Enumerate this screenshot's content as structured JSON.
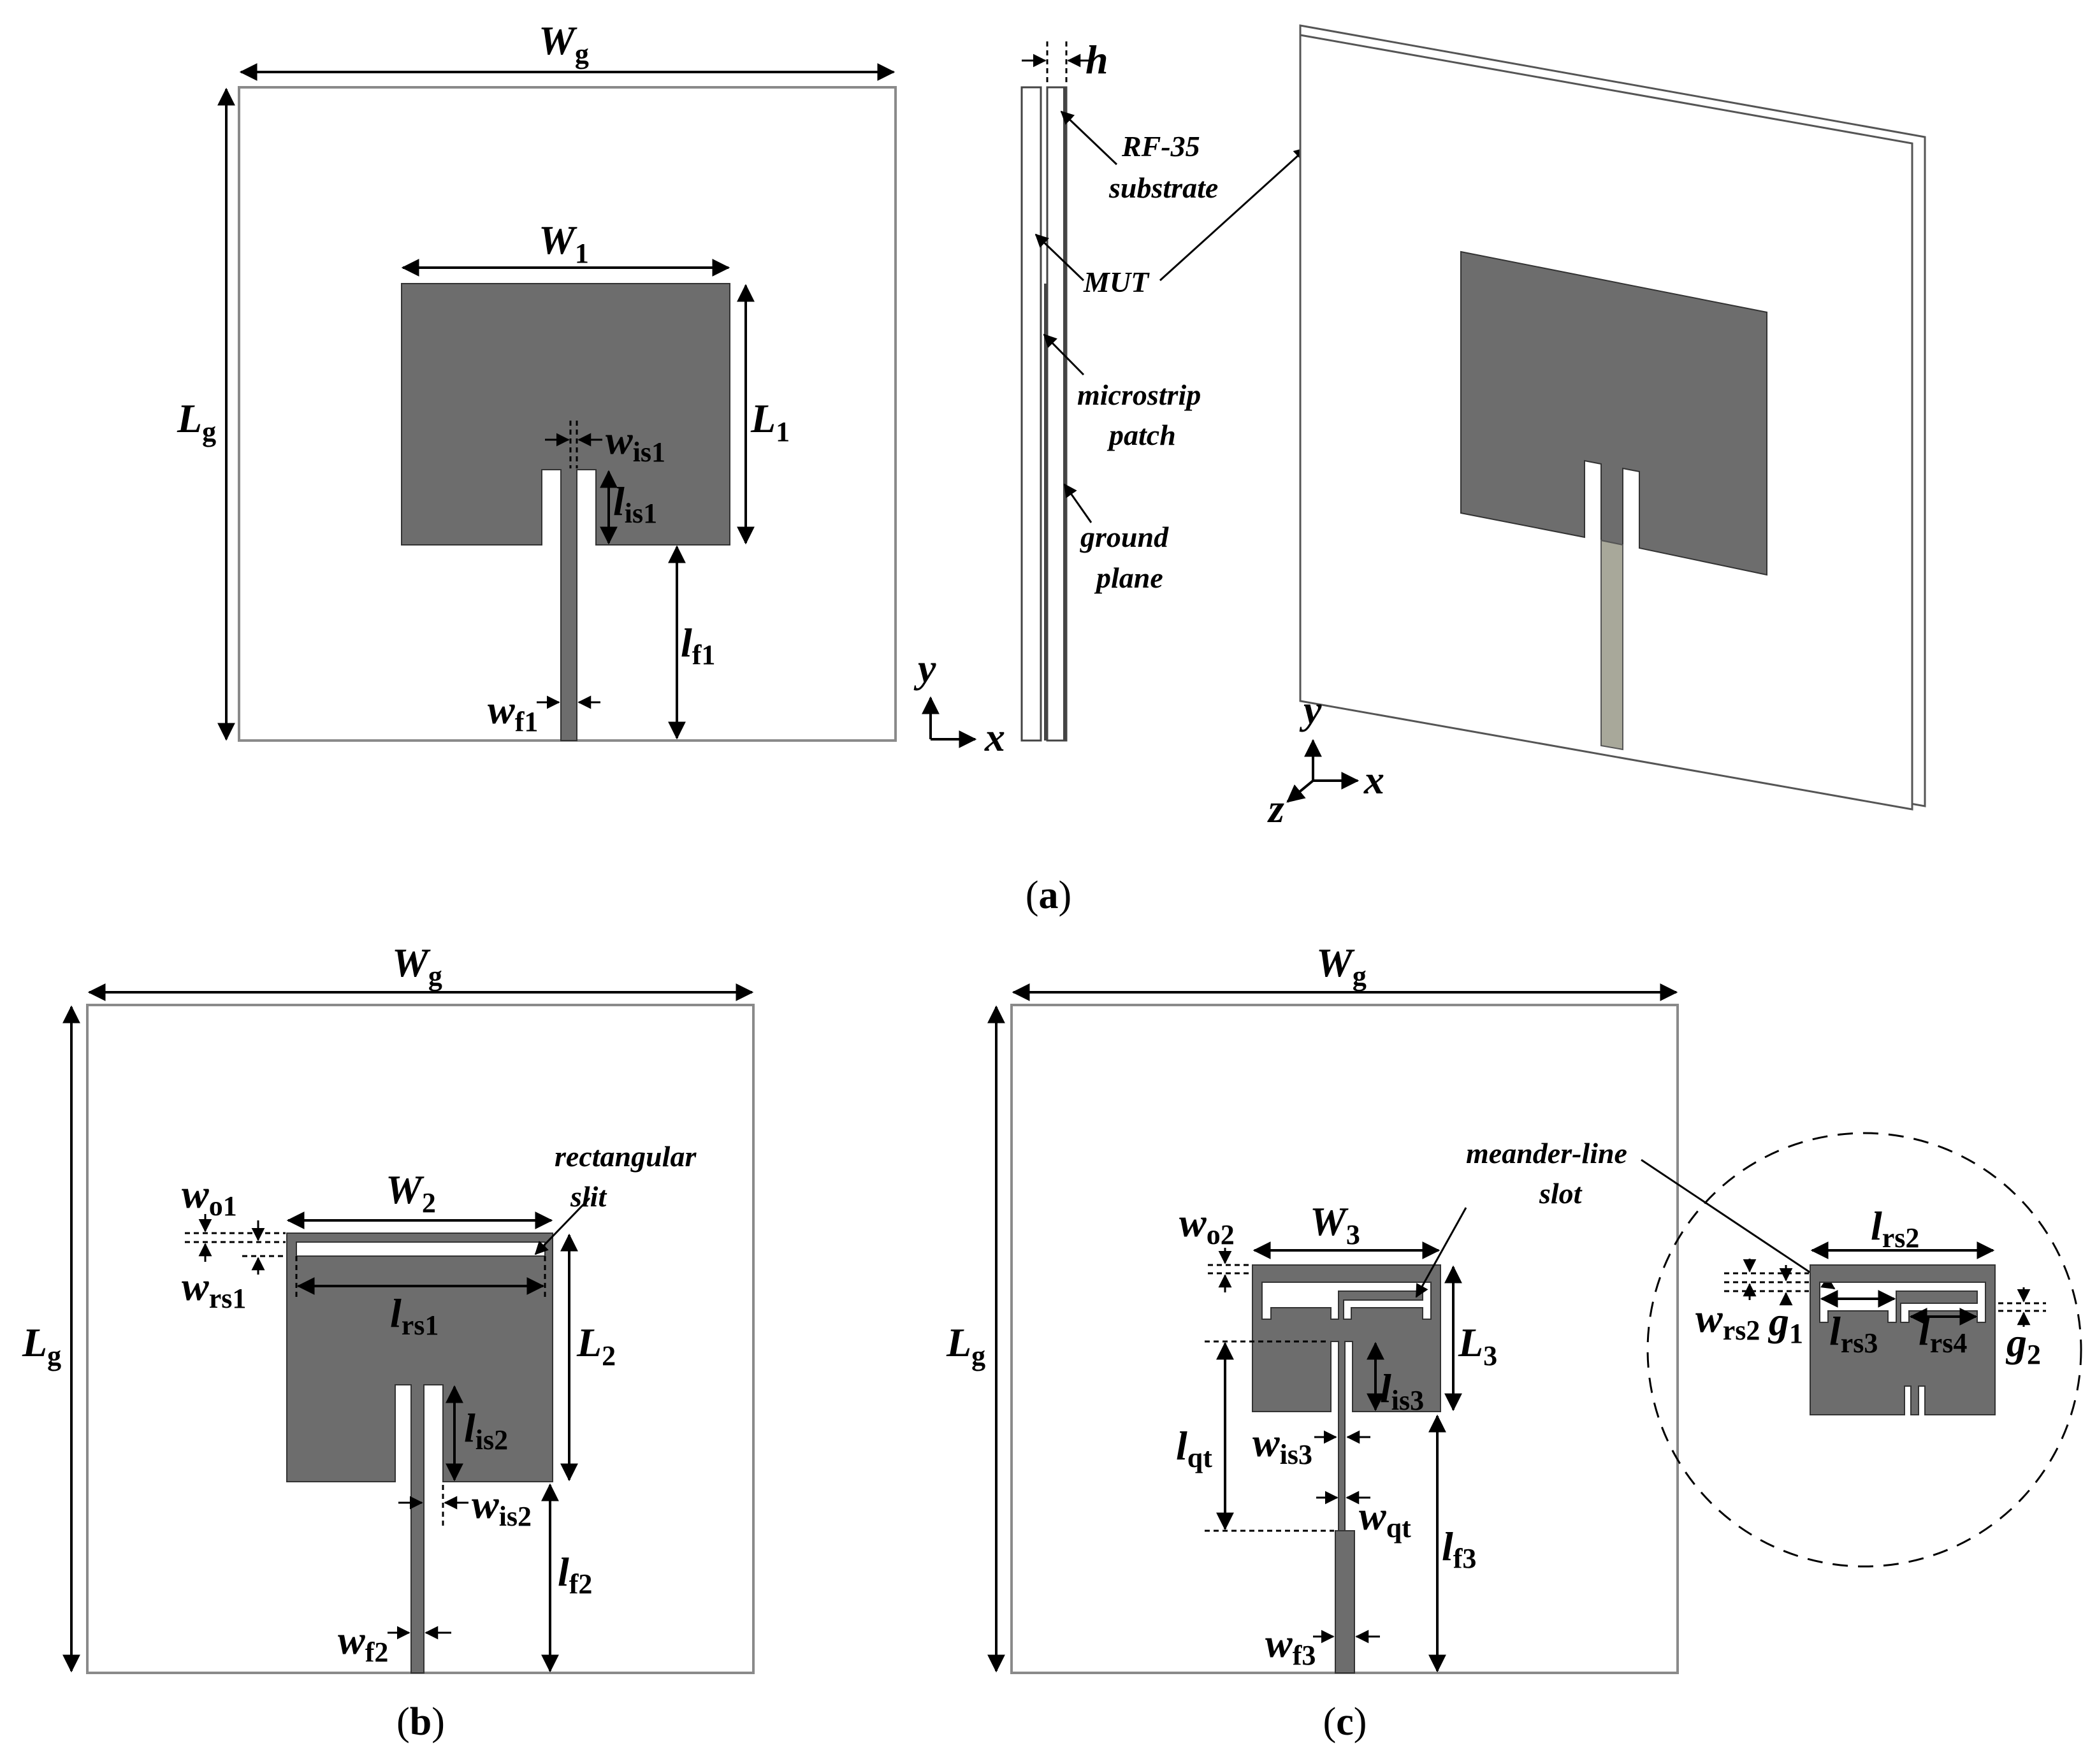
{
  "panel_a": {
    "caption": "a",
    "labels": {
      "wg": {
        "main": "W",
        "sub": "g"
      },
      "lg": {
        "main": "L",
        "sub": "g"
      },
      "w1": {
        "main": "W",
        "sub": "1"
      },
      "l1": {
        "main": "L",
        "sub": "1"
      },
      "wis1": {
        "main": "w",
        "sub": "is1"
      },
      "lis1": {
        "main": "l",
        "sub": "is1"
      },
      "lf1": {
        "main": "l",
        "sub": "f1"
      },
      "wf1": {
        "main": "w",
        "sub": "f1"
      },
      "h": "h",
      "axis_y": "y",
      "axis_x": "x",
      "axis3d_y": "y",
      "axis3d_x": "x",
      "axis3d_z": "z"
    },
    "side_notes": {
      "substrate_1": "RF-35",
      "substrate_2": "substrate",
      "mut": "MUT",
      "patch_1": "microstrip",
      "patch_2": "patch",
      "ground_1": "ground",
      "ground_2": "plane"
    }
  },
  "panel_b": {
    "caption": "b",
    "labels": {
      "wg": {
        "main": "W",
        "sub": "g"
      },
      "lg": {
        "main": "L",
        "sub": "g"
      },
      "w2": {
        "main": "W",
        "sub": "2"
      },
      "l2": {
        "main": "L",
        "sub": "2"
      },
      "wo1": {
        "main": "w",
        "sub": "o1"
      },
      "wrs1": {
        "main": "w",
        "sub": "rs1"
      },
      "lrs1": {
        "main": "l",
        "sub": "rs1"
      },
      "lis2": {
        "main": "l",
        "sub": "is2"
      },
      "wis2": {
        "main": "w",
        "sub": "is2"
      },
      "lf2": {
        "main": "l",
        "sub": "f2"
      },
      "wf2": {
        "main": "w",
        "sub": "f2"
      }
    },
    "slit_note_1": "rectangular",
    "slit_note_2": "slit"
  },
  "panel_c": {
    "caption": "c",
    "labels": {
      "wg": {
        "main": "W",
        "sub": "g"
      },
      "lg": {
        "main": "L",
        "sub": "g"
      },
      "w3": {
        "main": "W",
        "sub": "3"
      },
      "l3": {
        "main": "L",
        "sub": "3"
      },
      "wo2": {
        "main": "w",
        "sub": "o2"
      },
      "lis3": {
        "main": "l",
        "sub": "is3"
      },
      "wis3": {
        "main": "w",
        "sub": "is3"
      },
      "lqt": {
        "main": "l",
        "sub": "qt"
      },
      "wqt": {
        "main": "w",
        "sub": "qt"
      },
      "lf3": {
        "main": "l",
        "sub": "f3"
      },
      "wf3": {
        "main": "w",
        "sub": "f3"
      },
      "lrs2": {
        "main": "l",
        "sub": "rs2"
      },
      "wrs2": {
        "main": "w",
        "sub": "rs2"
      },
      "g1": {
        "main": "g",
        "sub": "1"
      },
      "lrs3": {
        "main": "l",
        "sub": "rs3"
      },
      "lrs4": {
        "main": "l",
        "sub": "rs4"
      },
      "g2": {
        "main": "g",
        "sub": "2"
      }
    },
    "slot_note_1": "meander-line",
    "slot_note_2": "slot"
  },
  "colors": {
    "copper": "#6d6d6d",
    "line": "#000000",
    "board_edge": "#8a8a8a",
    "feed_3d": "#a8a89a"
  }
}
